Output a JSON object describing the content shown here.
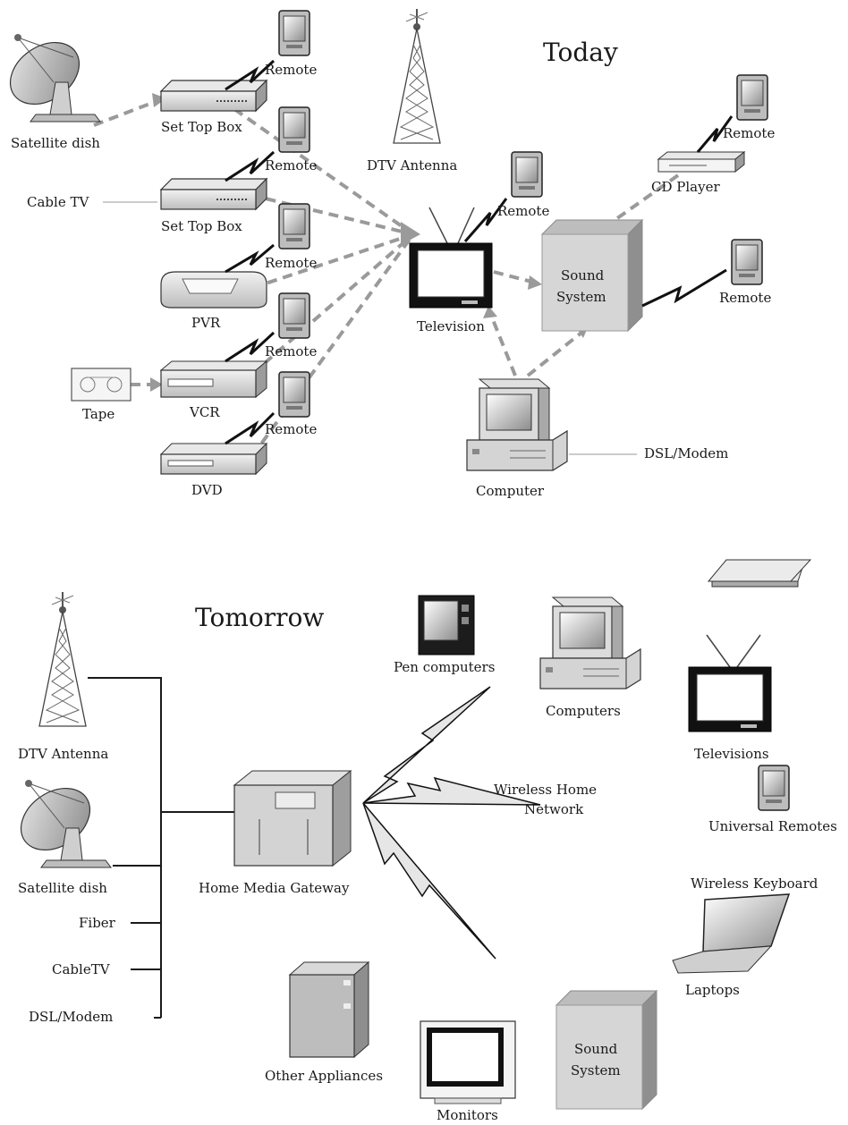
{
  "today": {
    "heading": "Today",
    "labels": {
      "satellite_dish": "Satellite dish",
      "set_top_box_1": "Set Top Box",
      "set_top_box_2": "Set Top Box",
      "cable_tv": "Cable TV",
      "pvr": "PVR",
      "tape": "Tape",
      "vcr": "VCR",
      "dvd": "DVD",
      "dtv_antenna": "DTV Antenna",
      "television": "Television",
      "sound_system_line1": "Sound",
      "sound_system_line2": "System",
      "cd_player": "CD Player",
      "computer": "Computer",
      "dsl_modem": "DSL/Modem",
      "remote": "Remote"
    }
  },
  "tomorrow": {
    "heading": "Tomorrow",
    "labels": {
      "dtv_antenna": "DTV Antenna",
      "satellite_dish": "Satellite dish",
      "fiber": "Fiber",
      "cable_tv": "CableTV",
      "dsl_modem": "DSL/Modem",
      "home_media_gateway": "Home Media Gateway",
      "pen_computers": "Pen computers",
      "computers": "Computers",
      "wireless_network_line1": "Wireless Home",
      "wireless_network_line2": "Network",
      "televisions": "Televisions",
      "universal_remotes": "Universal Remotes",
      "wireless_keyboard": "Wireless Keyboard",
      "laptops": "Laptops",
      "other_appliances": "Other Appliances",
      "monitors": "Monitors",
      "sound_system_line1": "Sound",
      "sound_system_line2": "System"
    }
  }
}
